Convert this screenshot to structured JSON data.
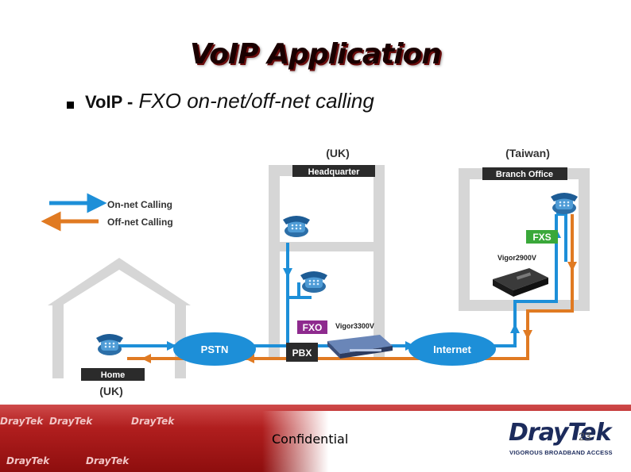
{
  "slide": {
    "title": "VoIP Application",
    "subtitle_prefix": "VoIP -",
    "subtitle_rest": " FXO on-net/off-net calling"
  },
  "diagram": {
    "location_uk_top": "(UK)",
    "location_taiwan": "(Taiwan)",
    "location_uk_bottom": "(UK)",
    "headquarter": "Headquarter",
    "branch_office": "Branch Office",
    "home": "Home",
    "pstn": "PSTN",
    "internet": "Internet",
    "pbx": "PBX",
    "fxo": "FXO",
    "fxs": "FXS",
    "vigor3300": "Vigor3300V",
    "vigor2900": "Vigor2900V",
    "legend_on_net": "On-net Calling",
    "legend_off_net": "Off-net Calling",
    "colors": {
      "on_net": "#1d8fd8",
      "off_net": "#e07a22",
      "badge_green": "#3aa83a",
      "badge_purple": "#8e2a8e",
      "label_dark": "#2b2b2b"
    }
  },
  "footer": {
    "confidential": "Confidential",
    "logo_dray": "Dray",
    "logo_tek": "Tek",
    "tagline": "VIGOROUS BROADBAND ACCESS",
    "watermark": "DrayTek",
    "page_number": "23"
  }
}
